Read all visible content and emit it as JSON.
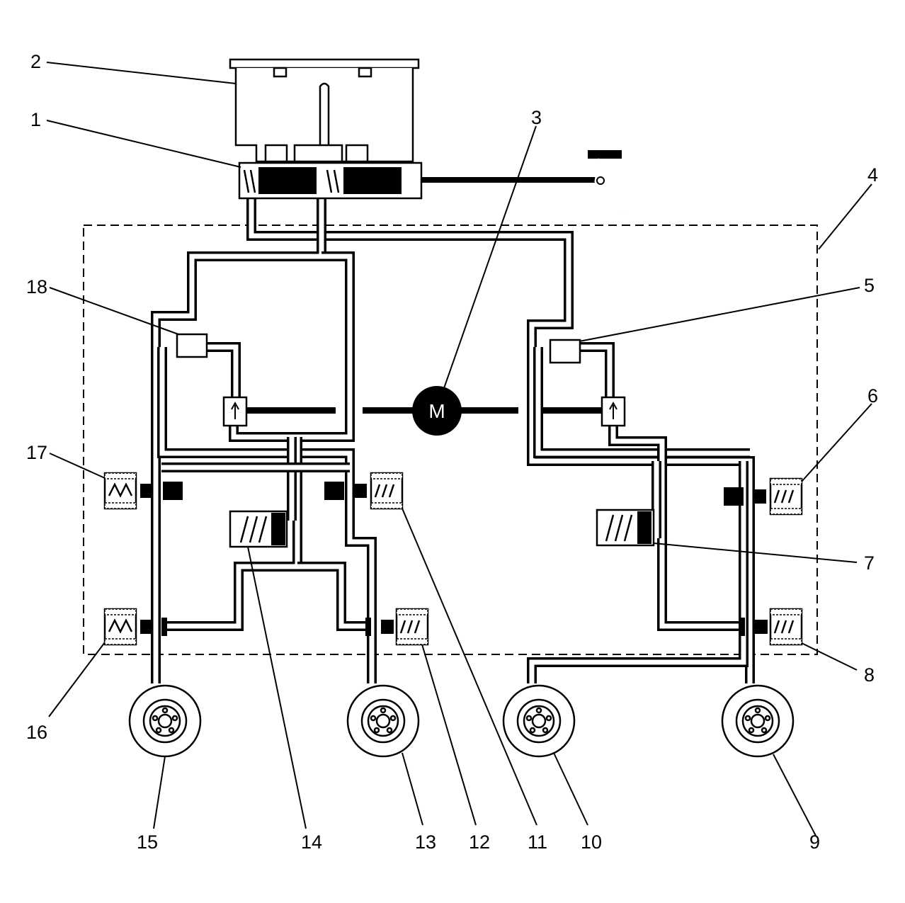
{
  "callouts": {
    "c1": "1",
    "c2": "2",
    "c3": "3",
    "c4": "4",
    "c5": "5",
    "c6": "6",
    "c7": "7",
    "c8": "8",
    "c9": "9",
    "c10": "10",
    "c11": "11",
    "c12": "12",
    "c13": "13",
    "c14": "14",
    "c15": "15",
    "c16": "16",
    "c17": "17",
    "c18": "18"
  },
  "motor": {
    "label": "M"
  },
  "colors": {
    "line": "#000000",
    "background": "#ffffff"
  }
}
